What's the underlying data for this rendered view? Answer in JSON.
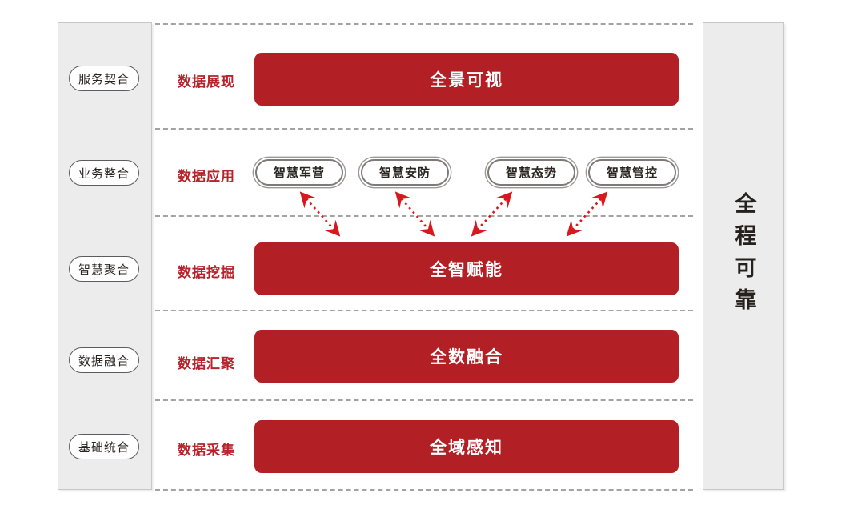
{
  "diagram": {
    "right_banner": "全程可靠",
    "left_pills": [
      {
        "label": "服务契合"
      },
      {
        "label": "业务整合"
      },
      {
        "label": "智慧聚合"
      },
      {
        "label": "数据融合"
      },
      {
        "label": "基础统合"
      }
    ],
    "rows": [
      {
        "label": "数据展现",
        "bar": "全景可视"
      },
      {
        "label": "数据应用",
        "pills": [
          "智慧军营",
          "智慧安防",
          "智慧态势",
          "智慧管控"
        ]
      },
      {
        "label": "数据挖掘",
        "bar": "全智赋能"
      },
      {
        "label": "数据汇聚",
        "bar": "全数融合"
      },
      {
        "label": "数据采集",
        "bar": "全域感知"
      }
    ],
    "colors": {
      "bar_red": "#b22025",
      "label_red": "#b5232b",
      "arrow_red": "#d7181e",
      "sidebar_bg": "#ececec",
      "sidebar_border": "#c8c8c8",
      "dash_gray": "#a3a3a3",
      "pill_border": "#5c5c5c",
      "text_dark": "#29241f"
    }
  }
}
